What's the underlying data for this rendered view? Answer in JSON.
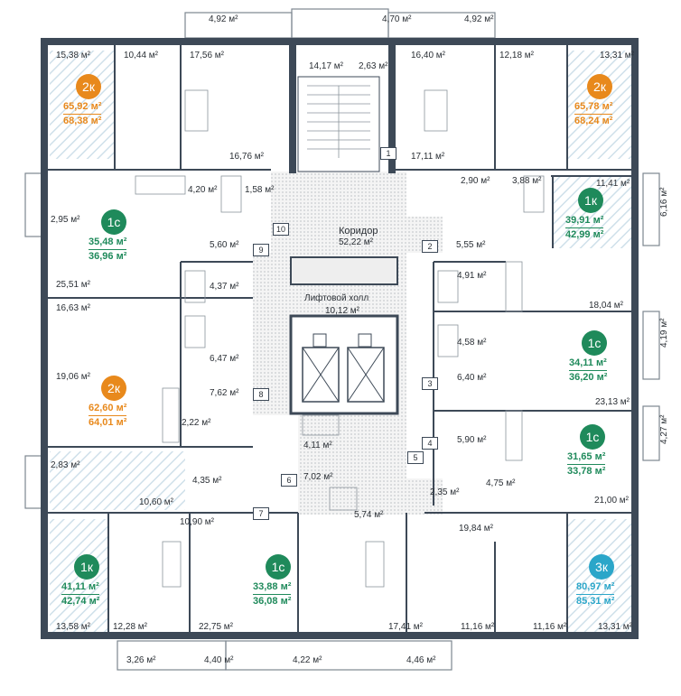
{
  "colors": {
    "orange": "#e8891c",
    "green": "#1f8a5b",
    "blue": "#2ba6c9",
    "wall": "#3d4957"
  },
  "corridor": {
    "title": "Коридор",
    "area": "52,22 м²"
  },
  "lift_hall": {
    "title": "Лифтовой холл",
    "area": "10,12 м²"
  },
  "apartments": [
    {
      "badge": "2к",
      "color": "orange",
      "area1": "65,92 м²",
      "area2": "68,38 м²"
    },
    {
      "badge": "2к",
      "color": "orange",
      "area1": "65,78 м²",
      "area2": "68,24 м²"
    },
    {
      "badge": "1к",
      "color": "green",
      "area1": "39,91 м²",
      "area2": "42,99 м²"
    },
    {
      "badge": "1с",
      "color": "green",
      "area1": "35,48 м²",
      "area2": "36,96 м²"
    },
    {
      "badge": "1с",
      "color": "green",
      "area1": "34,11 м²",
      "area2": "36,20 м²"
    },
    {
      "badge": "2к",
      "color": "orange",
      "area1": "62,60 м²",
      "area2": "64,01 м²"
    },
    {
      "badge": "1с",
      "color": "green",
      "area1": "31,65 м²",
      "area2": "33,78 м²"
    },
    {
      "badge": "1к",
      "color": "green",
      "area1": "41,11 м²",
      "area2": "42,74 м²"
    },
    {
      "badge": "1с",
      "color": "green",
      "area1": "33,88 м²",
      "area2": "36,08 м²"
    },
    {
      "badge": "3к",
      "color": "blue",
      "area1": "80,97 м²",
      "area2": "85,31 м²"
    }
  ],
  "rooms": [
    "4,92 м²",
    "4,70 м²",
    "4,92 м²",
    "15,38 м²",
    "10,44 м²",
    "17,56 м²",
    "14,17 м²",
    "2,63 м²",
    "16,40 м²",
    "12,18 м²",
    "13,31 м²",
    "16,76 м²",
    "17,11 м²",
    "4,20 м²",
    "1,58 м²",
    "2,90 м²",
    "3,88 м²",
    "11,41 м²",
    "6,16 м²",
    "2,95 м²",
    "5,60 м²",
    "5,55 м²",
    "25,51 м²",
    "4,37 м²",
    "4,91 м²",
    "18,04 м²",
    "16,63 м²",
    "6,47 м²",
    "4,58 м²",
    "4,19 м²",
    "19,06 м²",
    "7,62 м²",
    "6,40 м²",
    "23,13 м²",
    "2,22 м²",
    "4,11 м²",
    "5,90 м²",
    "4,27 м²",
    "2,83 м²",
    "4,35 м²",
    "7,02 м²",
    "10,60 м²",
    "2,35 м²",
    "4,75 м²",
    "21,00 м²",
    "5,74 м²",
    "10,90 м²",
    "19,84 м²",
    "13,58 м²",
    "12,28 м²",
    "22,75 м²",
    "17,41 м²",
    "11,16 м²",
    "11,16 м²",
    "13,31 м²",
    "3,26 м²",
    "4,40 м²",
    "4,22 м²",
    "4,46 м²"
  ],
  "door_numbers": [
    "1",
    "2",
    "3",
    "4",
    "5",
    "6",
    "7",
    "8",
    "9",
    "10"
  ]
}
